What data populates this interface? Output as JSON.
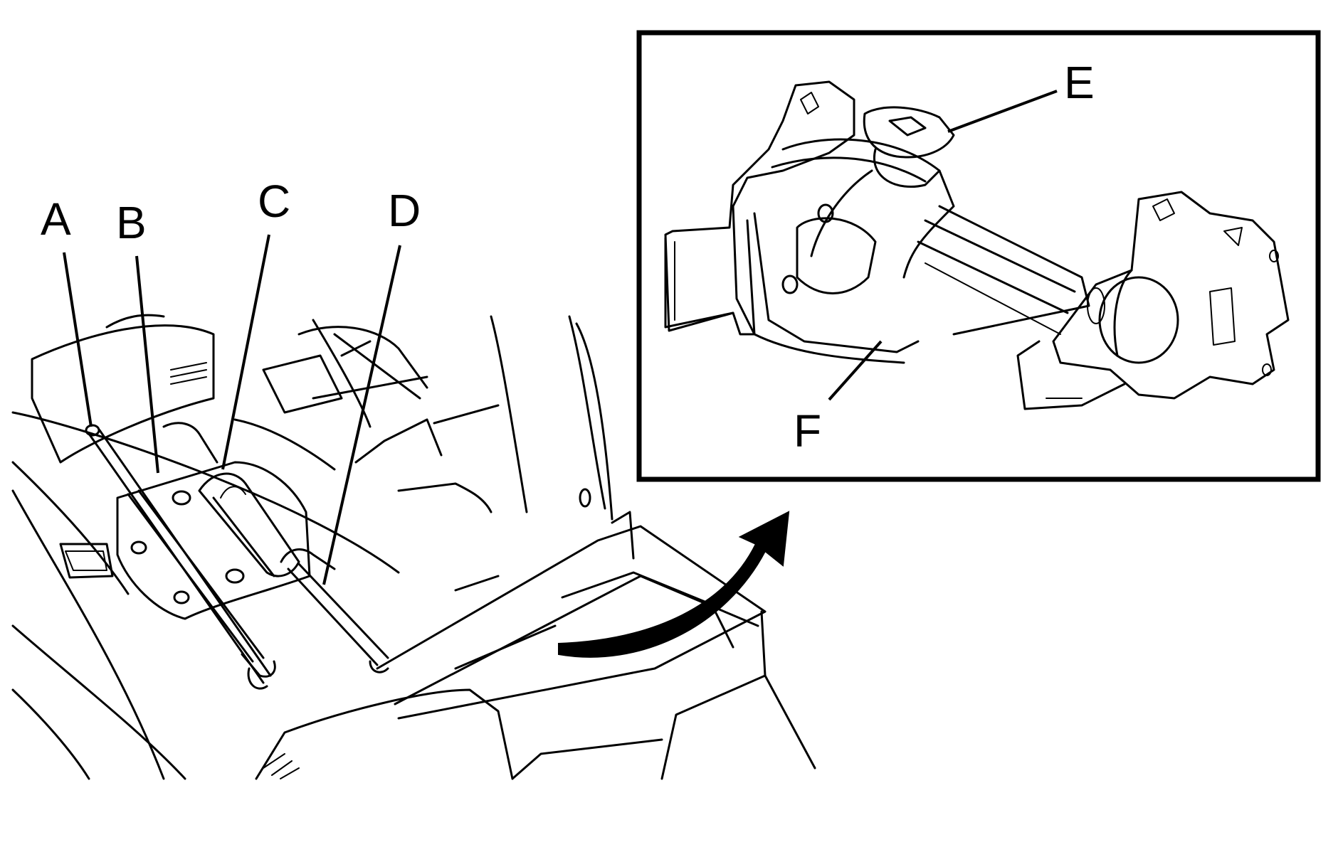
{
  "callouts": [
    {
      "id": "A",
      "text": "A"
    },
    {
      "id": "B",
      "text": "B"
    },
    {
      "id": "C",
      "text": "C"
    },
    {
      "id": "D",
      "text": "D"
    },
    {
      "id": "E",
      "text": "E"
    },
    {
      "id": "F",
      "text": "F"
    }
  ],
  "colors": {
    "line": "#000000",
    "background": "#ffffff"
  }
}
